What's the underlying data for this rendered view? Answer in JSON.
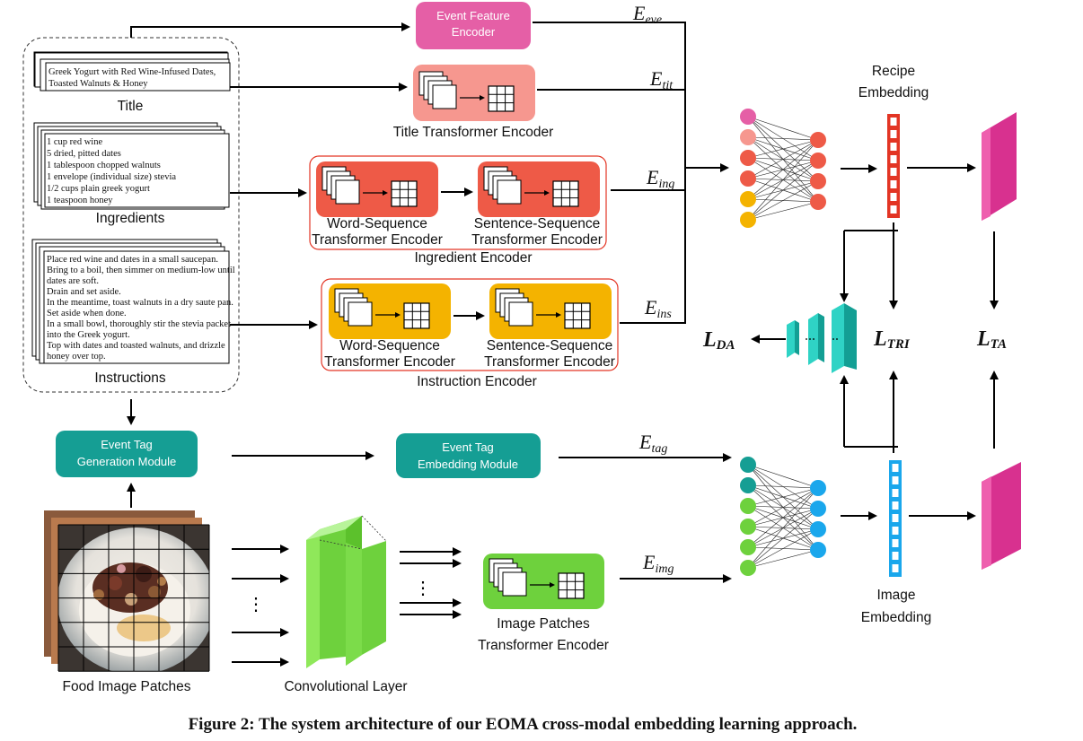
{
  "colors": {
    "pink": "#e55fa6",
    "salmon": "#f6978f",
    "red": "#ee5a47",
    "red_border": "#e33524",
    "orange": "#f29b38",
    "yellow": "#f4b300",
    "teal": "#159e94",
    "cyan": "#2fd3c5",
    "green": "#6ed13d",
    "blue": "#1aa7ec",
    "magenta": "#d8318f"
  },
  "recipe": {
    "title_card": [
      "Greek Yogurt with Red Wine-Infused Dates,",
      "Toasted Walnuts & Honey"
    ],
    "title_label": "Title",
    "ingredients_card": [
      "1 cup red wine",
      "5 dried, pitted dates",
      "1 tablespoon chopped walnuts",
      "1 envelope (individual size) stevia",
      "1/2 cups plain greek yogurt",
      "1 teaspoon honey"
    ],
    "ingredients_label": "Ingredients",
    "instructions_card": [
      "Place red wine and dates in a small saucepan.",
      "Bring to a boil, then simmer on medium-low until",
      "dates are soft.",
      "Drain and set aside.",
      "In the meantime, toast walnuts in a dry saute pan.",
      "Set aside when done.",
      "In a small bowl, thoroughly stir the stevia packet",
      "into the Greek yogurt.",
      "Top with dates and toasted walnuts, and drizzle",
      "honey over top."
    ],
    "instructions_label": "Instructions"
  },
  "encoders": {
    "event_feature": [
      "Event Feature",
      "Encoder"
    ],
    "title_encoder": "Title Transformer Encoder",
    "word_seq": [
      "Word-Sequence",
      "Transformer Encoder"
    ],
    "sent_seq": [
      "Sentence-Sequence",
      "Transformer Encoder"
    ],
    "ingredient_encoder": "Ingredient Encoder",
    "instruction_encoder": "Instruction Encoder",
    "event_tag_gen": [
      "Event Tag",
      "Generation Module"
    ],
    "event_tag_embed": [
      "Event Tag",
      "Embedding Module"
    ],
    "image_patches_encoder": [
      "Image Patches",
      "Transformer Encoder"
    ]
  },
  "symbols": {
    "eve": {
      "base": "E",
      "sub": "eve"
    },
    "tit": {
      "base": "E",
      "sub": "tit"
    },
    "ing": {
      "base": "E",
      "sub": "ing"
    },
    "ins": {
      "base": "E",
      "sub": "ins"
    },
    "tag": {
      "base": "E",
      "sub": "tag"
    },
    "img": {
      "base": "E",
      "sub": "img"
    }
  },
  "embeddings": {
    "recipe": [
      "Recipe",
      "Embedding"
    ],
    "image": [
      "Image",
      "Embedding"
    ]
  },
  "losses": {
    "da": {
      "base": "L",
      "sub": "DA"
    },
    "tri": {
      "base": "L",
      "sub": "TRI"
    },
    "ta": {
      "base": "L",
      "sub": "TA"
    }
  },
  "image_side": {
    "patches_label": "Food Image Patches",
    "conv_label": "Convolutional Layer",
    "dots": "⋮"
  },
  "caption": "Figure 2: The system architecture of our EOMA cross-modal embedding learning approach."
}
